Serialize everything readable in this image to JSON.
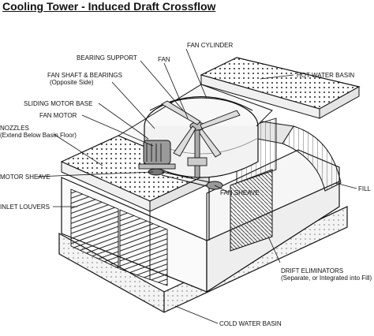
{
  "title": "Cooling Tower - Induced Draft Crossflow",
  "labels": {
    "fan_cylinder": "FAN CYLINDER",
    "bearing_support": "BEARING SUPPORT",
    "fan": "FAN",
    "fan_shaft_bearings": "FAN SHAFT & BEARINGS",
    "fan_shaft_bearings_sub": "(Opposite Side)",
    "hot_water_basin": "HOT WATER BASIN",
    "sliding_motor_base": "SLIDING MOTOR BASE",
    "fan_motor": "FAN MOTOR",
    "nozzles": "NOZZLES",
    "nozzles_sub": "(Extend Below Basin Floor)",
    "motor_sheave": "MOTOR SHEAVE",
    "fill": "FILL",
    "fan_sheave": "FAN SHEAVE",
    "inlet_louvers": "INLET LOUVERS",
    "drift_eliminators": "DRIFT ELIMINATORS",
    "drift_eliminators_sub": "(Separate, or Integrated into Fill)",
    "cold_water_basin": "COLD WATER BASIN"
  },
  "colors": {
    "ink": "#111111",
    "panel": "#f4f4f4",
    "shade": "#d8d8d8",
    "dark": "#9a9a9a"
  }
}
